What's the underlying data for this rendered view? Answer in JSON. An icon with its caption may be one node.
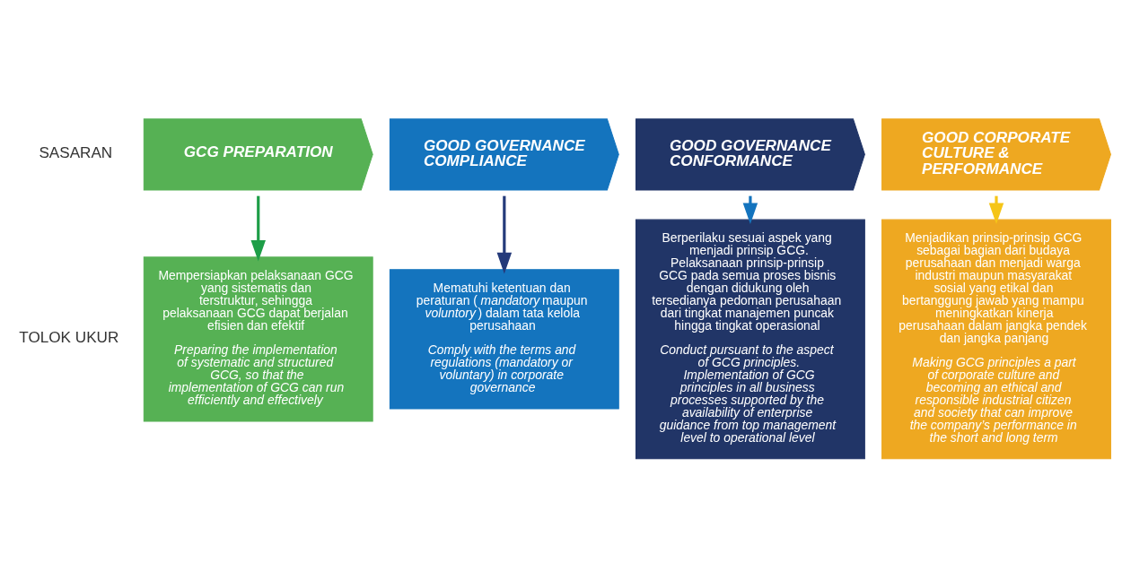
{
  "diagram": {
    "nodes": [
      {
        "text": [
          "GCG PREPARATION"
        ]
      },
      {
        "text": [
          "GOOD GOVERNANCE COMPLIANCE"
        ]
      },
      {
        "text": [
          "GOOD GOVERNANCE CONFORMANCE"
        ]
      },
      {
        "text": [
          "GOOD CORPORATE CULTURE & PERFORMANCE"
        ]
      },
      {
        "text": [
          "Mempersiapkan pelaksanaan GCG yang sistematis dan terstruktur, sehingga pelaksanaan GCG dapat berjalan efisien dan efektif",
          "Preparing the implementation of systematic and structured GCG, so that the implementation of GCG can run efficiently and effectively"
        ]
      },
      {
        "text": [
          "Mematuhi ketentuan dan peraturan (*mandatory* maupun *voluntory*) dalam tata kelola perusahaan",
          "Comply with the terms and regulations (mandatory or voluntary) in corporate governance"
        ]
      },
      {
        "text": [
          "Berperilaku sesuai aspek yang menjadi prinsip GCG. Pelaksanaan prinsip-prinsip GCG pada semua proses bisnis dengan didukung oleh tersedianya pedoman perusahaan dari tingkat manajemen puncak hingga tingkat operasional",
          "Conduct pursuant to the aspect of GCG principles. Implementation of GCG principles in all business processes supported by the availability of enterprise guidance from top management level to operational level"
        ]
      },
      {
        "text": [
          "Menjadikan prinsip-prinsip GCG sebagai bagian dari budaya perusahaan dan menjadi warga industri maupun masyarakat sosial yang etikal dan bertanggung jawab yang mampu meningkatkan kinerja perusahaan dalam jangka pendek dan jangka panjang",
          "Making GCG principles a part of corporate culture and becoming an ethical and responsible industrial citizen and society that can improve the company’s performance in the short and long term"
        ]
      }
    ],
    "edges": [
      {
        "from": 0,
        "to": 4,
        "arrow": "to",
        "color": "#1e9e48"
      },
      {
        "from": 1,
        "to": 5,
        "arrow": "to",
        "color": "#243a7a"
      },
      {
        "from": 2,
        "to": 6,
        "arrow": "to",
        "color": "#1474be"
      },
      {
        "from": 3,
        "to": 7,
        "arrow": "to",
        "color": "#f5c518"
      }
    ],
    "labels": [
      "SASARAN",
      "TOLOK UKUR"
    ]
  }
}
